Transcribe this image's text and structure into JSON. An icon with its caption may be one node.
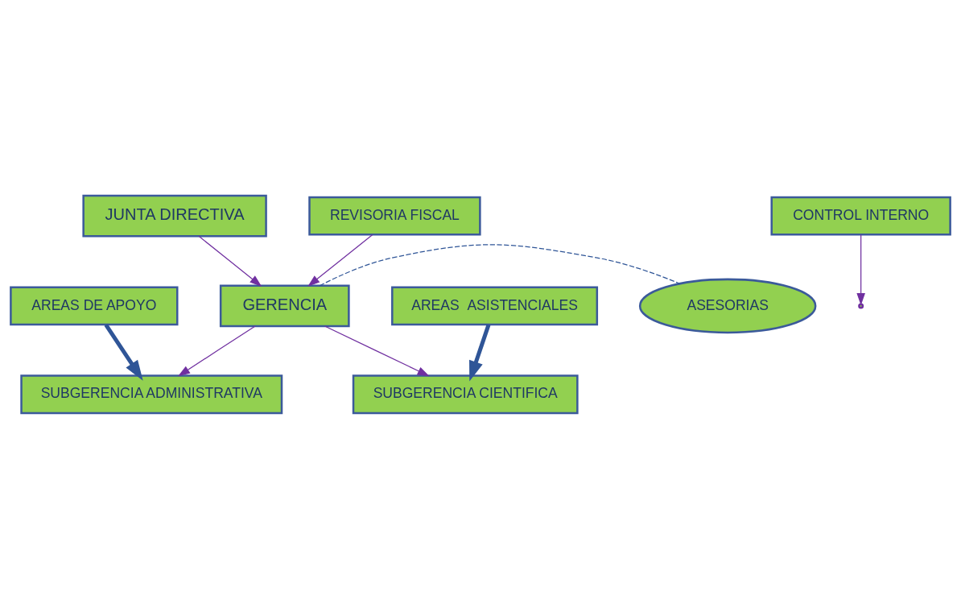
{
  "diagram": {
    "nodes": [
      {
        "text": [
          "JUNTA DIRECTIVA"
        ]
      },
      {
        "text": [
          "REVISORIA FISCAL"
        ]
      },
      {
        "text": [
          "GERENCIA"
        ]
      },
      {
        "text": [
          "ASESORIAS"
        ]
      },
      {
        "text": [
          "CONTROL INTERNO"
        ]
      },
      {
        "text": [
          "SUBGERENCIA ADMINISTRATIVA"
        ]
      },
      {
        "text": [
          "SUBGERENCIA CIENTIFICA"
        ]
      },
      {
        "text": [
          "AREAS DE APOYO"
        ]
      },
      {
        "text": [
          "AREAS  ASISTENCIALES"
        ]
      }
    ],
    "edges": [
      {
        "from": 0,
        "to": 2,
        "arrow": "to"
      },
      {
        "from": 1,
        "to": 2,
        "arrow": "to"
      },
      {
        "from": 2,
        "to": 3,
        "arrow": "none",
        "style": "dashed",
        "color": "#2f5597"
      },
      {
        "from": 4,
        "to": null,
        "arrow": "to"
      },
      {
        "from": 2,
        "to": 5,
        "arrow": "to"
      },
      {
        "from": 2,
        "to": 6,
        "arrow": "to"
      },
      {
        "from": 7,
        "to": 5,
        "arrow": "to",
        "style": "thick",
        "color": "#2f5597"
      },
      {
        "from": 8,
        "to": 6,
        "arrow": "to",
        "style": "thick",
        "color": "#2f5597"
      }
    ]
  }
}
